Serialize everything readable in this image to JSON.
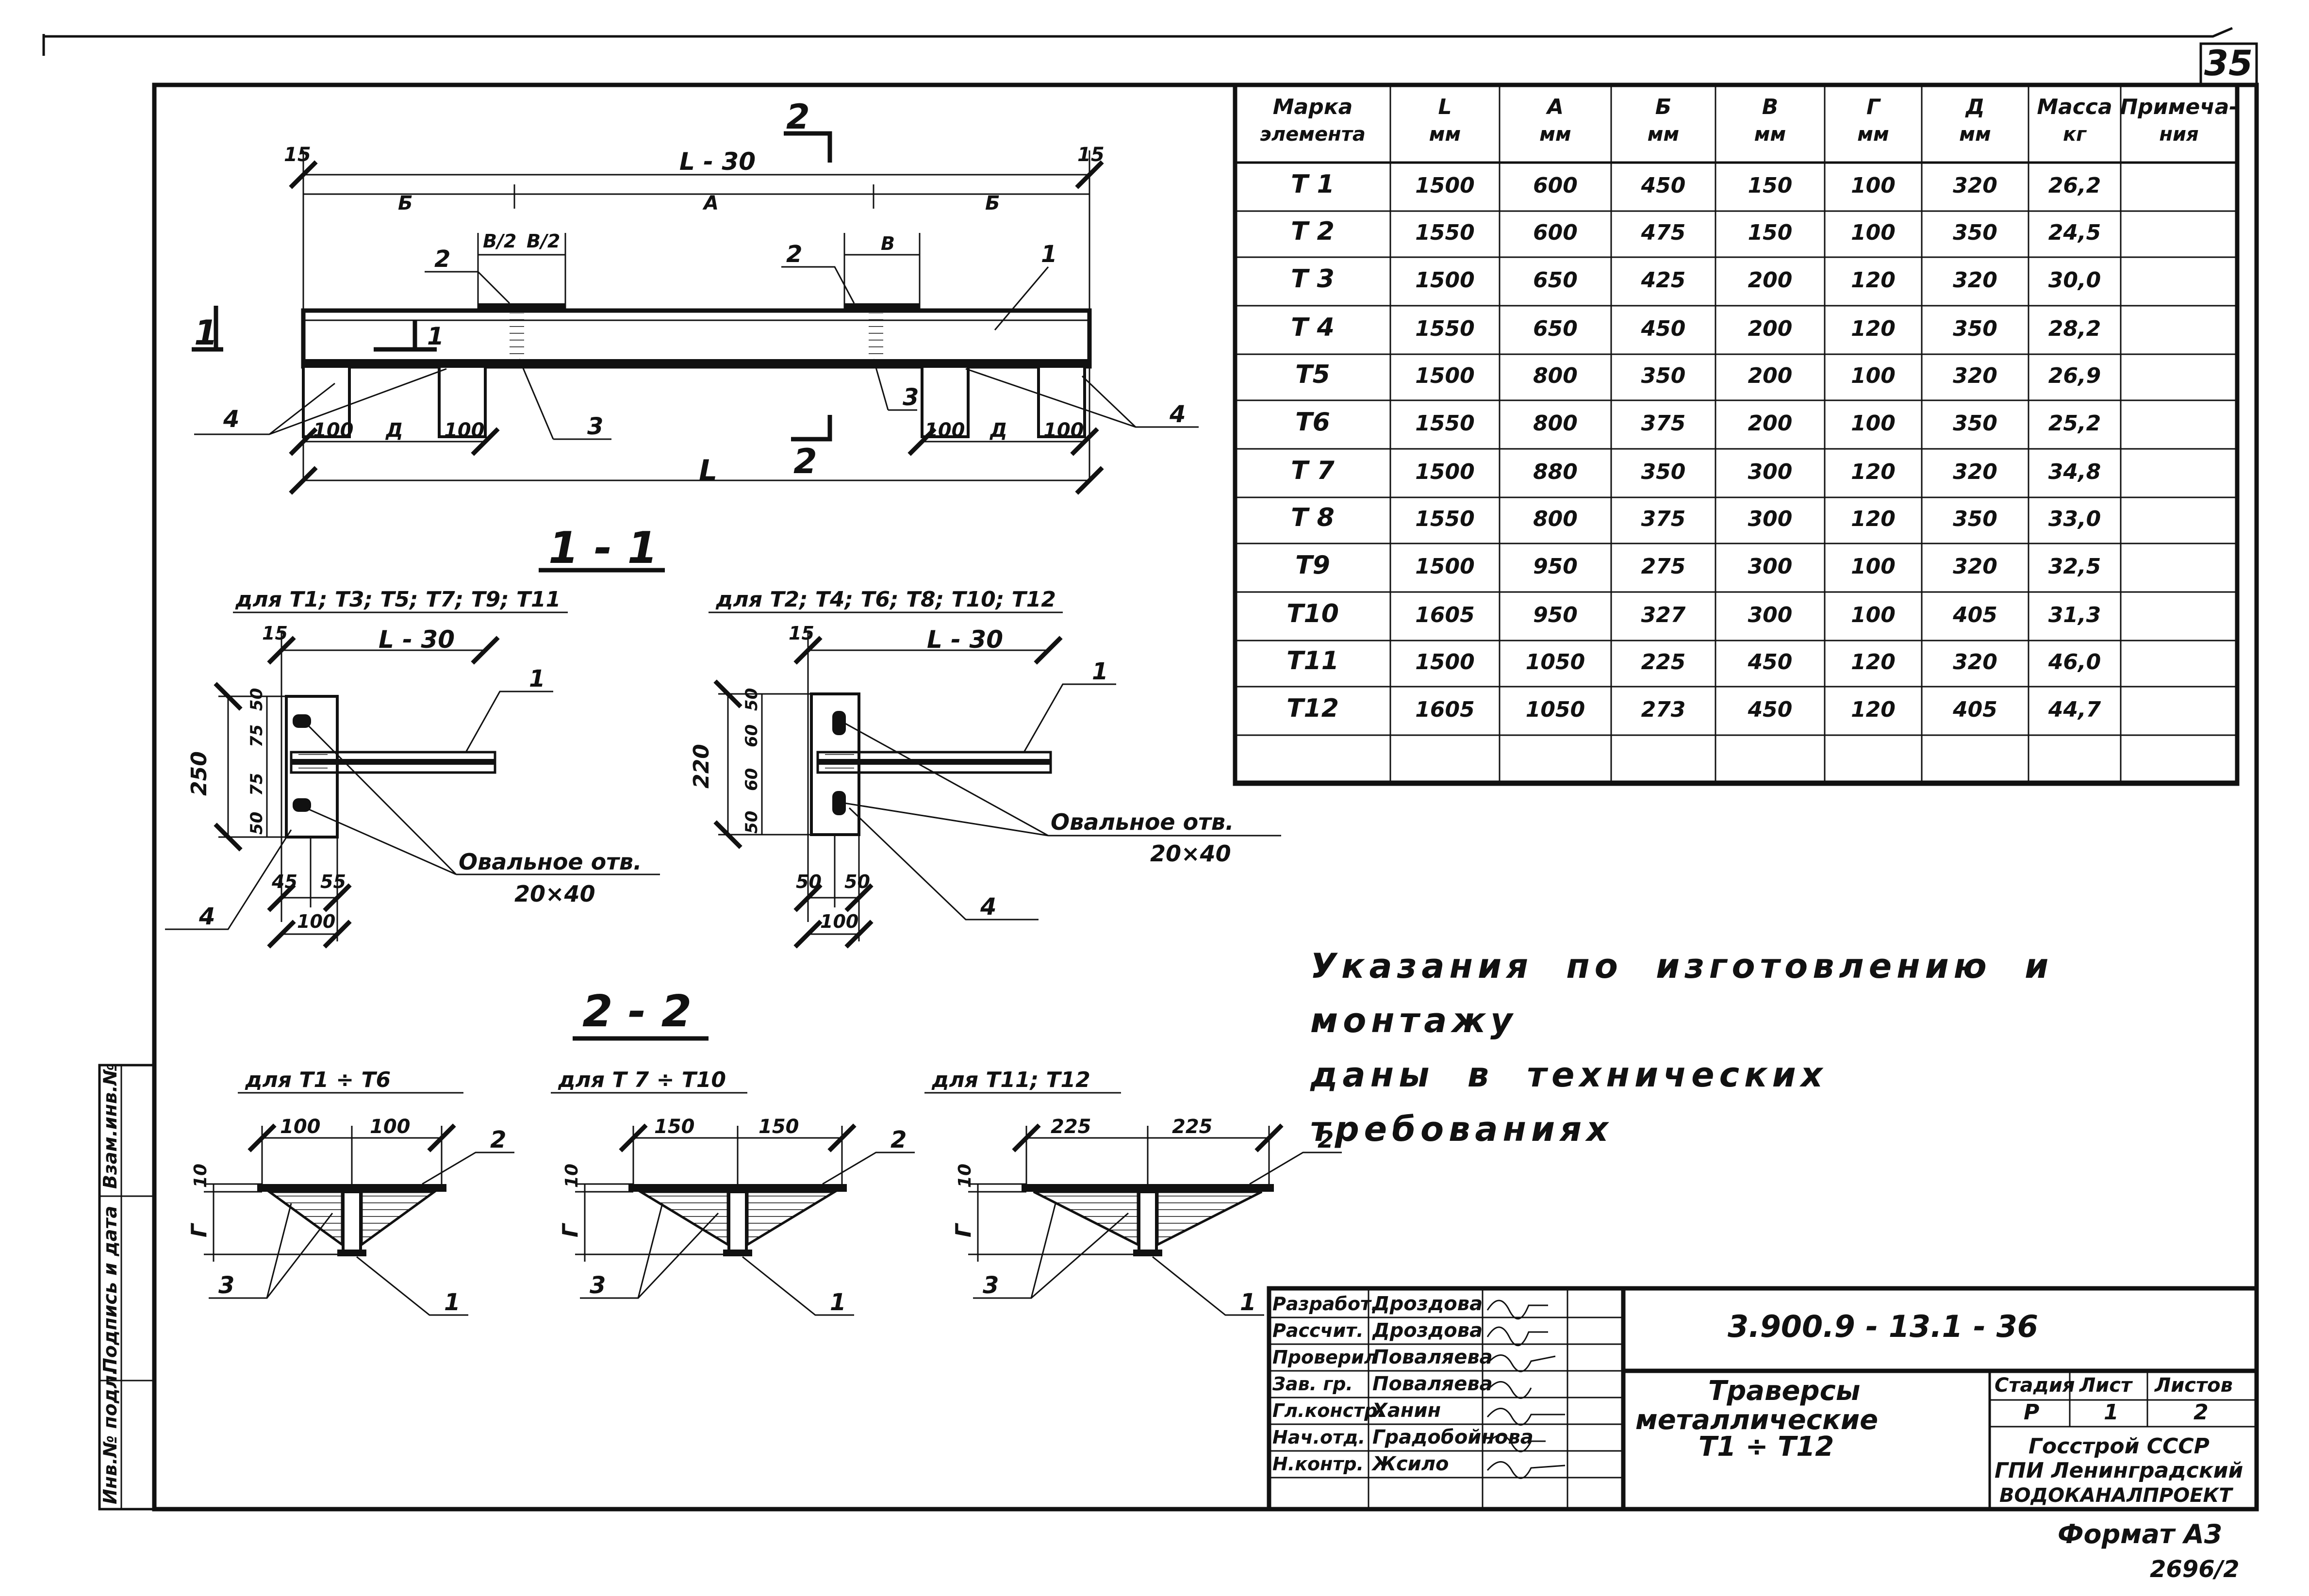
{
  "sheet": {
    "number": "35",
    "format": "Формат А3",
    "bottom_code": "2696/2",
    "side_stamp": [
      "Инв.№ подл.",
      "Подпись и дата",
      "Взам.инв.№"
    ]
  },
  "main_view": {
    "dims": {
      "top": "L - 30",
      "end_left": "15",
      "end_right": "15",
      "b_left": "Б",
      "a_mid": "А",
      "b_right": "Б",
      "v_half_1": "В/2",
      "v_half_2": "В/2",
      "v": "В",
      "d_left": "Д",
      "d_right": "Д",
      "w100": "100",
      "overall": "L"
    },
    "callouts": {
      "c1": "1",
      "c2": "2",
      "c3": "3",
      "c4": "4",
      "sec1": "1",
      "sec2": "2"
    }
  },
  "section_1": {
    "title": "1 - 1",
    "left": {
      "caption": "для Т1; Т3; Т5; Т7; Т9; Т11",
      "dims": [
        "15",
        "L - 30",
        "250",
        "50",
        "75",
        "75",
        "50",
        "45",
        "55",
        "100"
      ],
      "hole_note": [
        "Овальное отв.",
        "20×40"
      ],
      "callouts": [
        "1",
        "4"
      ]
    },
    "right": {
      "caption": "для Т2; Т4; Т6; Т8; Т10; Т12",
      "dims": [
        "15",
        "L - 30",
        "220",
        "50",
        "60",
        "60",
        "50",
        "50",
        "50",
        "100"
      ],
      "hole_note": [
        "Овальное отв.",
        "20×40"
      ],
      "callouts": [
        "1",
        "4"
      ]
    }
  },
  "section_2": {
    "title": "2 - 2",
    "views": [
      {
        "caption": "для Т1 ÷ Т6",
        "w1": "100",
        "w2": "100",
        "h": "10",
        "g": "Г",
        "callouts": [
          "2",
          "3",
          "1"
        ]
      },
      {
        "caption": "для Т 7 ÷ Т10",
        "w1": "150",
        "w2": "150",
        "h": "10",
        "g": "Г",
        "callouts": [
          "2",
          "3",
          "1"
        ]
      },
      {
        "caption": "для Т11; Т12",
        "w1": "225",
        "w2": "225",
        "h": "10",
        "g": "Г",
        "callouts": [
          "2",
          "3",
          "1"
        ]
      }
    ]
  },
  "table": {
    "headers": [
      [
        "Марка",
        "элемента"
      ],
      [
        "L",
        "мм"
      ],
      [
        "А",
        "мм"
      ],
      [
        "Б",
        "мм"
      ],
      [
        "В",
        "мм"
      ],
      [
        "Г",
        "мм"
      ],
      [
        "Д",
        "мм"
      ],
      [
        "Масса",
        "кг"
      ],
      [
        "Примеча-",
        "ния"
      ]
    ],
    "rows": [
      [
        "Т 1",
        "1500",
        "600",
        "450",
        "150",
        "100",
        "320",
        "26,2",
        ""
      ],
      [
        "Т 2",
        "1550",
        "600",
        "475",
        "150",
        "100",
        "350",
        "24,5",
        ""
      ],
      [
        "Т 3",
        "1500",
        "650",
        "425",
        "200",
        "120",
        "320",
        "30,0",
        ""
      ],
      [
        "Т 4",
        "1550",
        "650",
        "450",
        "200",
        "120",
        "350",
        "28,2",
        ""
      ],
      [
        "Т5",
        "1500",
        "800",
        "350",
        "200",
        "100",
        "320",
        "26,9",
        ""
      ],
      [
        "Т6",
        "1550",
        "800",
        "375",
        "200",
        "100",
        "350",
        "25,2",
        ""
      ],
      [
        "Т 7",
        "1500",
        "880",
        "350",
        "300",
        "120",
        "320",
        "34,8",
        ""
      ],
      [
        "Т 8",
        "1550",
        "800",
        "375",
        "300",
        "120",
        "350",
        "33,0",
        ""
      ],
      [
        "Т9",
        "1500",
        "950",
        "275",
        "300",
        "100",
        "320",
        "32,5",
        ""
      ],
      [
        "Т10",
        "1605",
        "950",
        "327",
        "300",
        "100",
        "405",
        "31,3",
        ""
      ],
      [
        "Т11",
        "1500",
        "1050",
        "225",
        "450",
        "120",
        "320",
        "46,0",
        ""
      ],
      [
        "Т12",
        "1605",
        "1050",
        "273",
        "450",
        "120",
        "405",
        "44,7",
        ""
      ],
      [
        "",
        "",
        "",
        "",
        "",
        "",
        "",
        "",
        ""
      ]
    ]
  },
  "note": {
    "line1": "Указания по изготовлению и монтажу",
    "line2": "даны в технических требованиях"
  },
  "title_block": {
    "code": "3.900.9 - 13.1 - 36",
    "title": [
      "Траверсы",
      "металлические",
      "Т1 ÷ Т12"
    ],
    "roles": [
      {
        "role": "Разработ.",
        "name": "Дроздова"
      },
      {
        "role": "Рассчит.",
        "name": "Дроздова"
      },
      {
        "role": "Проверил",
        "name": "Поваляева"
      },
      {
        "role": "Зав. гр.",
        "name": "Поваляева"
      },
      {
        "role": "Гл.констр.",
        "name": "Ханин"
      },
      {
        "role": "Нач.отд.",
        "name": "Градобойнова"
      },
      {
        "role": "Н.контр.",
        "name": "Жсило"
      }
    ],
    "stage_label": "Стадия",
    "sheet_label": "Лист",
    "sheets_label": "Листов",
    "stage": "Р",
    "sheet": "1",
    "sheets": "2",
    "org": [
      "Госстрой СССР",
      "ГПИ Ленинградский",
      "ВОДОКАНАЛПРОЕКТ"
    ]
  }
}
